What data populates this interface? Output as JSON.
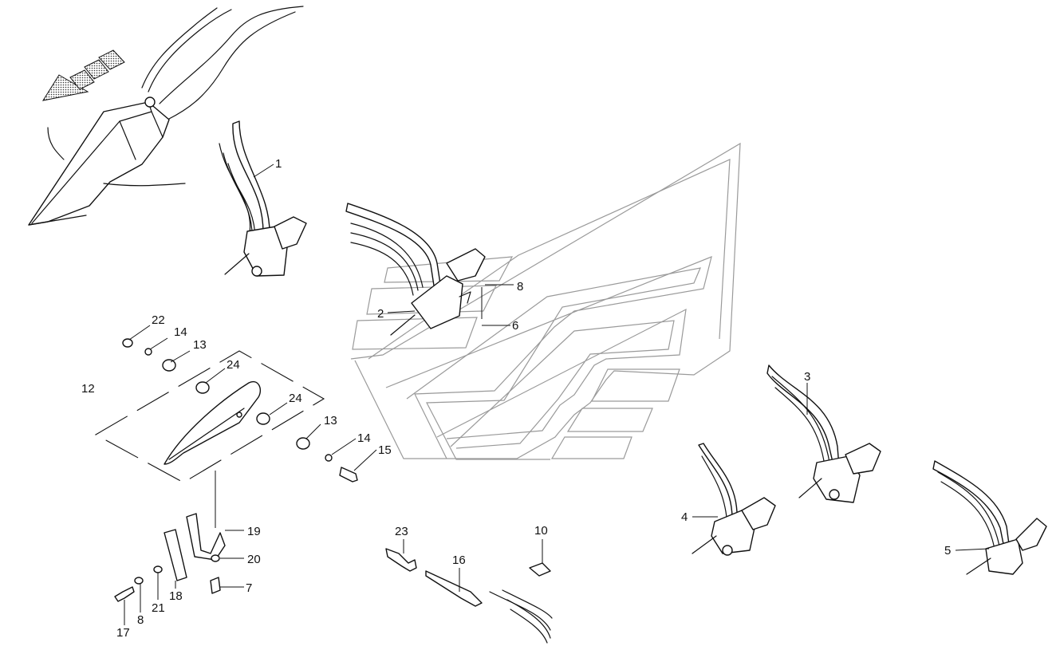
{
  "diagram": {
    "callouts": [
      "1",
      "2",
      "3",
      "4",
      "5",
      "6",
      "7",
      "8",
      "8",
      "10",
      "12",
      "13",
      "13",
      "14",
      "14",
      "15",
      "16",
      "17",
      "18",
      "19",
      "20",
      "21",
      "22",
      "23",
      "24",
      "24"
    ]
  }
}
